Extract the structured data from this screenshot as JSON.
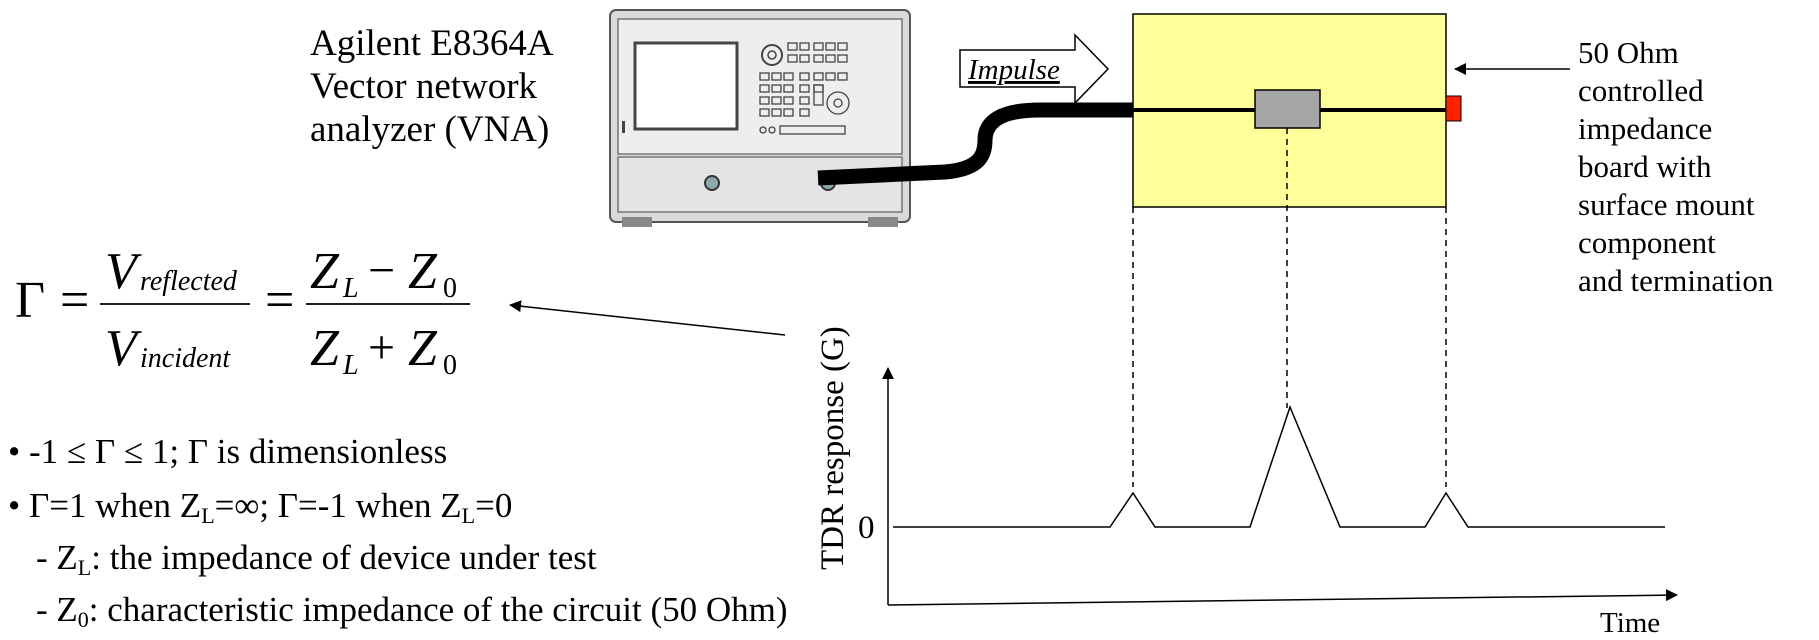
{
  "vna_label": [
    "Agilent E8364A",
    "Vector network",
    "analyzer (VNA)"
  ],
  "impulse_label": "Impulse",
  "board_label": [
    "50 Ohm",
    "controlled",
    "impedance",
    "board with",
    "surface mount",
    "component",
    "and termination"
  ],
  "formula": {
    "lhs": "Γ",
    "v_reflected": "V",
    "v_reflected_sub": "reflected",
    "v_incident": "V",
    "v_incident_sub": "incident",
    "zl": "Z",
    "zl_sub": "L",
    "z0": "Z",
    "z0_sub": "0",
    "minus": "−",
    "plus": "+",
    "equals": "="
  },
  "bullets": {
    "b1": "-1 ≤ Γ ≤ 1; Γ is dimensionless",
    "b2_a": "Γ=1 when Z",
    "b2_sub1": "L",
    "b2_b": "=∞; Γ=-1 when Z",
    "b2_sub2": "L",
    "b2_c": "=0",
    "s1_a": "- Z",
    "s1_sub": "L",
    "s1_b": ": the impedance of device under test",
    "s2_a": "- Z",
    "s2_sub": "0",
    "s2_b": ": characteristic impedance of the circuit (50 Ohm)"
  },
  "plot": {
    "ylabel": "TDR response (G)",
    "xlabel": "Time",
    "zero_label": "0"
  },
  "colors": {
    "board_fill": "#ffff99",
    "component_fill": "#a6a6a6",
    "termination": "#ff2200",
    "vna_body": "#e6e6e6",
    "cable": "#000000"
  }
}
